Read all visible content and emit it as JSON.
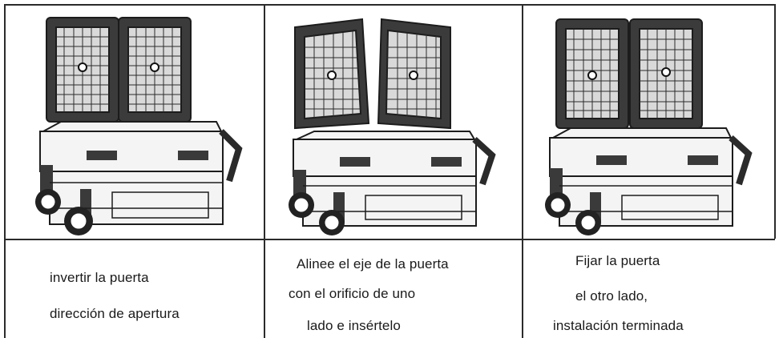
{
  "steps": [
    {
      "image": "cooler-lids-open-flat",
      "caption": [
        "invertir la puerta",
        "dirección de apertura"
      ]
    },
    {
      "image": "cooler-lids-aligning",
      "caption": [
        "Alinee el eje de la puerta",
        "con el orificio de uno",
        "lado e insértelo"
      ]
    },
    {
      "image": "cooler-lids-installed",
      "caption": [
        "Fijar la puerta",
        "el otro lado,",
        "instalación terminada"
      ]
    }
  ]
}
